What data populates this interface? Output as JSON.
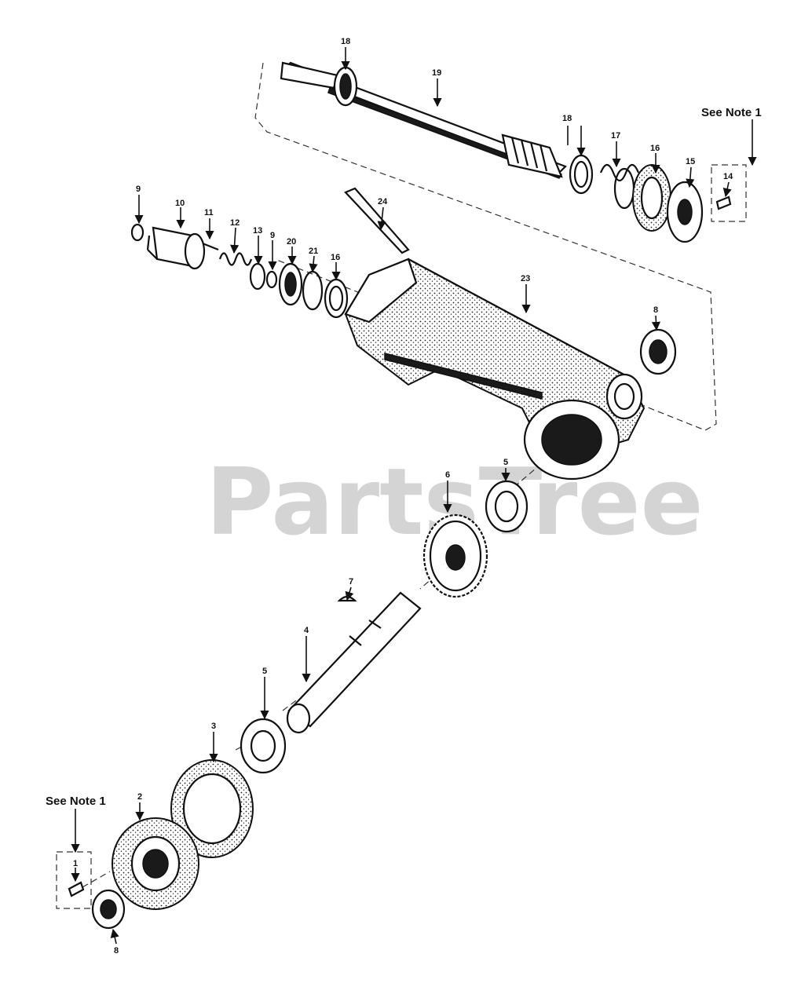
{
  "watermark": "PartsTree",
  "notes": {
    "top": "See Note 1",
    "bottom": "See Note 1"
  },
  "callouts": [
    {
      "id": "c18a",
      "num": "18"
    },
    {
      "id": "c19",
      "num": "19"
    },
    {
      "id": "c18b",
      "num": "18"
    },
    {
      "id": "c17",
      "num": "17"
    },
    {
      "id": "c16a",
      "num": "16"
    },
    {
      "id": "c15",
      "num": "15"
    },
    {
      "id": "c14",
      "num": "14"
    },
    {
      "id": "c9a",
      "num": "9"
    },
    {
      "id": "c10",
      "num": "10"
    },
    {
      "id": "c11",
      "num": "11"
    },
    {
      "id": "c12",
      "num": "12"
    },
    {
      "id": "c13",
      "num": "13"
    },
    {
      "id": "c9b",
      "num": "9"
    },
    {
      "id": "c20",
      "num": "20"
    },
    {
      "id": "c21",
      "num": "21"
    },
    {
      "id": "c16b",
      "num": "16"
    },
    {
      "id": "c24",
      "num": "24"
    },
    {
      "id": "c23",
      "num": "23"
    },
    {
      "id": "c8a",
      "num": "8"
    },
    {
      "id": "c5a",
      "num": "5"
    },
    {
      "id": "c6",
      "num": "6"
    },
    {
      "id": "c7",
      "num": "7"
    },
    {
      "id": "c4",
      "num": "4"
    },
    {
      "id": "c5b",
      "num": "5"
    },
    {
      "id": "c3",
      "num": "3"
    },
    {
      "id": "c2",
      "num": "2"
    },
    {
      "id": "c1",
      "num": "1"
    },
    {
      "id": "c8b",
      "num": "8"
    }
  ]
}
